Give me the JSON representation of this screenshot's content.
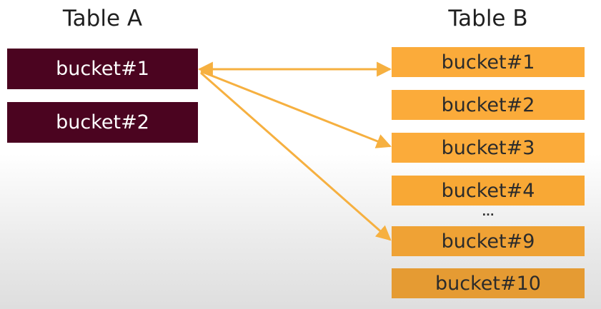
{
  "table_a": {
    "title": "Table A",
    "color": "#4b0420",
    "buckets": [
      "bucket#1",
      "bucket#2"
    ]
  },
  "table_b": {
    "title": "Table B",
    "color": "#fbab3a",
    "buckets": [
      "bucket#1",
      "bucket#2",
      "bucket#3",
      "bucket#4",
      "bucket#9",
      "bucket#10"
    ],
    "ellipsis": "..."
  },
  "arrow_color": "#f6b040",
  "connections": [
    {
      "from": "A:bucket#1",
      "to": "B:bucket#1",
      "bidirectional": true
    },
    {
      "from": "A:bucket#1",
      "to": "B:bucket#3",
      "bidirectional": true
    },
    {
      "from": "A:bucket#1",
      "to": "B:bucket#9",
      "bidirectional": true
    }
  ]
}
